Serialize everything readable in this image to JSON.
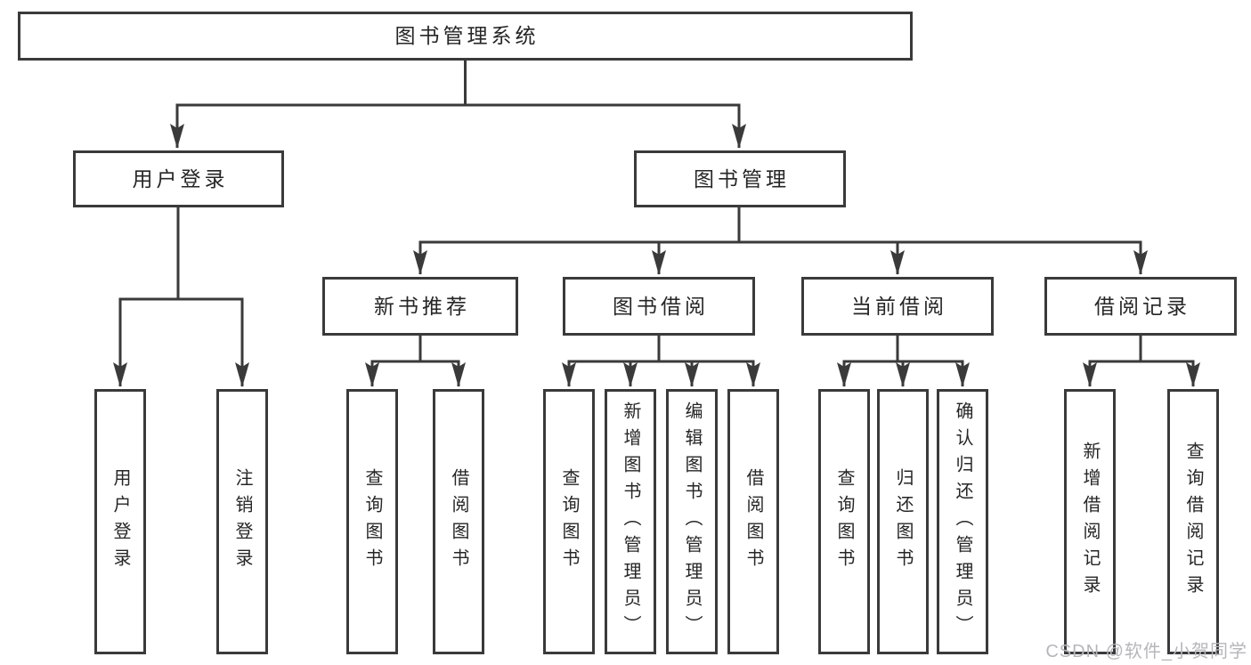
{
  "diagram": {
    "title": "图书管理系统",
    "root": {
      "label": "图书管理系统"
    },
    "branches": [
      {
        "label": "用户登录",
        "children": [
          {
            "label": "用户登录"
          },
          {
            "label": "注销登录"
          }
        ]
      },
      {
        "label": "图书管理",
        "groups": [
          {
            "label": "新书推荐",
            "children": [
              {
                "label": "查询图书"
              },
              {
                "label": "借阅图书"
              }
            ]
          },
          {
            "label": "图书借阅",
            "children": [
              {
                "label": "查询图书"
              },
              {
                "label": "新增图书（管理员）"
              },
              {
                "label": "编辑图书（管理员）"
              },
              {
                "label": "借阅图书"
              }
            ]
          },
          {
            "label": "当前借阅",
            "children": [
              {
                "label": "查询图书"
              },
              {
                "label": "归还图书"
              },
              {
                "label": "确认归还（管理员）"
              }
            ]
          },
          {
            "label": "借阅记录",
            "children": [
              {
                "label": "新增借阅记录"
              },
              {
                "label": "查询借阅记录"
              }
            ]
          }
        ]
      }
    ]
  },
  "watermark": {
    "label": "CSDN @软件_小贺同学"
  },
  "colors": {
    "line": "#3a3a3a",
    "text": "#262626",
    "background": "#ffffff",
    "watermark": "#b7b5bb"
  }
}
